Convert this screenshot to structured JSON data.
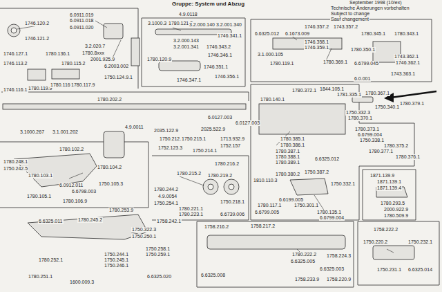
{
  "diagram": {
    "title": "Gruppe: System und Abzug",
    "labels": [
      "September 1998 (10/ex)",
      "Technische Änderungen vorbehalten",
      "Subject to change",
      "Sauf changement",
      "6.0911.019",
      "6.0911.018",
      "6.0911.020",
      "4.9.0118",
      "1746.120.2",
      "1746.121.2",
      "1746.127.1",
      "1780.136.1",
      "1780.8xxx",
      "3.2.020.7",
      "2001.925.9",
      "6.2003.002",
      "1750.124.9.1",
      "1746.113.2",
      "1780.115.2",
      "1746.116.1",
      "1780.119.9",
      "1780.116.1",
      "1780.117.9",
      "1780.202.2",
      "3.1000.3",
      "1780.121.3",
      "3.2.000.140",
      "3.2.001.340",
      "3.2.000.143",
      "3.2.001.341",
      "1746.343.2",
      "1746.341.1",
      "1780.120.9",
      "1746.346.1",
      "1746.351.1",
      "1746.356.1",
      "1746.347.1",
      "6.6325.012",
      "6.1673.009",
      "1746.357.2",
      "1743.357.2",
      "1780.345.1",
      "1780.343.1",
      "1746.358.1",
      "1746.359.1",
      "3.1.000.105",
      "1780.119.1",
      "1780.350.1",
      "1780.369.1",
      "6.6799.045",
      "1743.362.1",
      "1746.362.1",
      "1743.363.1",
      "6.0.001",
      "3.1000.267",
      "3.1.001.202",
      "4.9.0011",
      "6.0127.003",
      "6.0127.003",
      "2035.122.9",
      "2025.522.9",
      "1750.212.1",
      "1750.215.1",
      "1713.932.9",
      "1752.157",
      "1752.123.3",
      "1750.214.1",
      "1780.372.1",
      "1844.105.1",
      "1781.335.1",
      "1780.367.1",
      "1780.379.1",
      "1750.340.1",
      "1750.332.3",
      "1780.370.1",
      "1780.373.1",
      "6.6799.004",
      "1750.338.1",
      "1780.375.2",
      "1780.377.1",
      "1780.376.1",
      "1780.140.1",
      "1780.385.1",
      "1780.386.1",
      "1780.387.1",
      "1780.388.1",
      "1780.389.1",
      "6.6325.012",
      "1750.387.2",
      "1780.380.2",
      "1810.110.3",
      "6.6199.005",
      "1750.301.1",
      "1780.117.1",
      "6.6799.005",
      "1780.135.1",
      "6.6799.004",
      "1750.332.1",
      "1871.139.9",
      "1871.139.1",
      "1871.139.4",
      "1780.293.5",
      "2000.922.9",
      "1780.509.9",
      "1780.248.1",
      "1750.242.5",
      "1780.102.2",
      "1780.103.1",
      "1780.104.2",
      "6.0912.011",
      "6.6798.003",
      "1780.105.1",
      "1780.106.9",
      "1750.105.3",
      "1780.253.9",
      "6.6325.011",
      "1780.245.2",
      "1750.322.3",
      "1750.250.1",
      "1780.252.1",
      "1780.251.1",
      "1600.009.3",
      "1750.244.1",
      "1750.245.1",
      "1750.246.1",
      "1780.244.2",
      "4.9.0054",
      "1750.254.1",
      "1750.258.1",
      "1750.259.1",
      "6.6325.020",
      "1780.215.2",
      "1780.216.2",
      "1780.219.2",
      "1750.218.1",
      "1780.221.1",
      "1780.223.1",
      "1758.242.1",
      "6.6739.006",
      "1758.216.2",
      "1758.217.2",
      "1780.222.2",
      "6.6325.005",
      "1758.224.3",
      "6.6325.003",
      "1758.233.9",
      "1758.220.9",
      "6.6325.008",
      "1758.222.2",
      "1750.220.2",
      "1750.232.1",
      "1750.231.1",
      "6.6325.014"
    ]
  }
}
